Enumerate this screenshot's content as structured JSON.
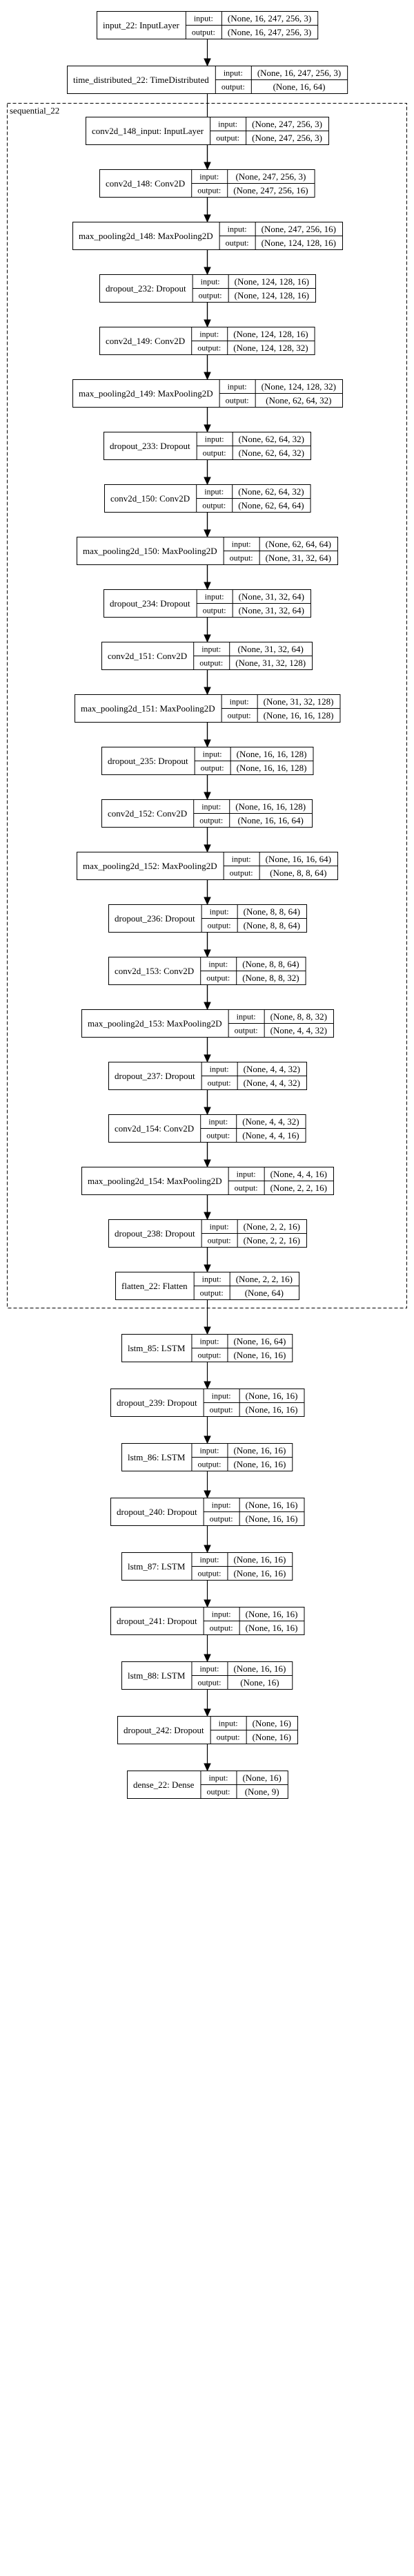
{
  "subgraph": {
    "label": "sequential_22"
  },
  "io_labels": {
    "input": "input:",
    "output": "output:"
  },
  "nodes": [
    {
      "id": "input_22",
      "name": "input_22: InputLayer",
      "input": "(None, 16, 247, 256, 3)",
      "output": "(None, 16, 247, 256, 3)"
    },
    {
      "id": "time_distributed_22",
      "name": "time_distributed_22: TimeDistributed",
      "input": "(None, 16, 247, 256, 3)",
      "output": "(None, 16, 64)"
    },
    {
      "id": "conv2d_148_input",
      "name": "conv2d_148_input: InputLayer",
      "input": "(None, 247, 256, 3)",
      "output": "(None, 247, 256, 3)"
    },
    {
      "id": "conv2d_148",
      "name": "conv2d_148: Conv2D",
      "input": "(None, 247, 256, 3)",
      "output": "(None, 247, 256, 16)"
    },
    {
      "id": "max_pooling2d_148",
      "name": "max_pooling2d_148: MaxPooling2D",
      "input": "(None, 247, 256, 16)",
      "output": "(None, 124, 128, 16)"
    },
    {
      "id": "dropout_232",
      "name": "dropout_232: Dropout",
      "input": "(None, 124, 128, 16)",
      "output": "(None, 124, 128, 16)"
    },
    {
      "id": "conv2d_149",
      "name": "conv2d_149: Conv2D",
      "input": "(None, 124, 128, 16)",
      "output": "(None, 124, 128, 32)"
    },
    {
      "id": "max_pooling2d_149",
      "name": "max_pooling2d_149: MaxPooling2D",
      "input": "(None, 124, 128, 32)",
      "output": "(None, 62, 64, 32)"
    },
    {
      "id": "dropout_233",
      "name": "dropout_233: Dropout",
      "input": "(None, 62, 64, 32)",
      "output": "(None, 62, 64, 32)"
    },
    {
      "id": "conv2d_150",
      "name": "conv2d_150: Conv2D",
      "input": "(None, 62, 64, 32)",
      "output": "(None, 62, 64, 64)"
    },
    {
      "id": "max_pooling2d_150",
      "name": "max_pooling2d_150: MaxPooling2D",
      "input": "(None, 62, 64, 64)",
      "output": "(None, 31, 32, 64)"
    },
    {
      "id": "dropout_234",
      "name": "dropout_234: Dropout",
      "input": "(None, 31, 32, 64)",
      "output": "(None, 31, 32, 64)"
    },
    {
      "id": "conv2d_151",
      "name": "conv2d_151: Conv2D",
      "input": "(None, 31, 32, 64)",
      "output": "(None, 31, 32, 128)"
    },
    {
      "id": "max_pooling2d_151",
      "name": "max_pooling2d_151: MaxPooling2D",
      "input": "(None, 31, 32, 128)",
      "output": "(None, 16, 16, 128)"
    },
    {
      "id": "dropout_235",
      "name": "dropout_235: Dropout",
      "input": "(None, 16, 16, 128)",
      "output": "(None, 16, 16, 128)"
    },
    {
      "id": "conv2d_152",
      "name": "conv2d_152: Conv2D",
      "input": "(None, 16, 16, 128)",
      "output": "(None, 16, 16, 64)"
    },
    {
      "id": "max_pooling2d_152",
      "name": "max_pooling2d_152: MaxPooling2D",
      "input": "(None, 16, 16, 64)",
      "output": "(None, 8, 8, 64)"
    },
    {
      "id": "dropout_236",
      "name": "dropout_236: Dropout",
      "input": "(None, 8, 8, 64)",
      "output": "(None, 8, 8, 64)"
    },
    {
      "id": "conv2d_153",
      "name": "conv2d_153: Conv2D",
      "input": "(None, 8, 8, 64)",
      "output": "(None, 8, 8, 32)"
    },
    {
      "id": "max_pooling2d_153",
      "name": "max_pooling2d_153: MaxPooling2D",
      "input": "(None, 8, 8, 32)",
      "output": "(None, 4, 4, 32)"
    },
    {
      "id": "dropout_237",
      "name": "dropout_237: Dropout",
      "input": "(None, 4, 4, 32)",
      "output": "(None, 4, 4, 32)"
    },
    {
      "id": "conv2d_154",
      "name": "conv2d_154: Conv2D",
      "input": "(None, 4, 4, 32)",
      "output": "(None, 4, 4, 16)"
    },
    {
      "id": "max_pooling2d_154",
      "name": "max_pooling2d_154: MaxPooling2D",
      "input": "(None, 4, 4, 16)",
      "output": "(None, 2, 2, 16)"
    },
    {
      "id": "dropout_238",
      "name": "dropout_238: Dropout",
      "input": "(None, 2, 2, 16)",
      "output": "(None, 2, 2, 16)"
    },
    {
      "id": "flatten_22",
      "name": "flatten_22: Flatten",
      "input": "(None, 2, 2, 16)",
      "output": "(None, 64)"
    },
    {
      "id": "lstm_85",
      "name": "lstm_85: LSTM",
      "input": "(None, 16, 64)",
      "output": "(None, 16, 16)"
    },
    {
      "id": "dropout_239",
      "name": "dropout_239: Dropout",
      "input": "(None, 16, 16)",
      "output": "(None, 16, 16)"
    },
    {
      "id": "lstm_86",
      "name": "lstm_86: LSTM",
      "input": "(None, 16, 16)",
      "output": "(None, 16, 16)"
    },
    {
      "id": "dropout_240",
      "name": "dropout_240: Dropout",
      "input": "(None, 16, 16)",
      "output": "(None, 16, 16)"
    },
    {
      "id": "lstm_87",
      "name": "lstm_87: LSTM",
      "input": "(None, 16, 16)",
      "output": "(None, 16, 16)"
    },
    {
      "id": "dropout_241",
      "name": "dropout_241: Dropout",
      "input": "(None, 16, 16)",
      "output": "(None, 16, 16)"
    },
    {
      "id": "lstm_88",
      "name": "lstm_88: LSTM",
      "input": "(None, 16, 16)",
      "output": "(None, 16)"
    },
    {
      "id": "dropout_242",
      "name": "dropout_242: Dropout",
      "input": "(None, 16)",
      "output": "(None, 16)"
    },
    {
      "id": "dense_22",
      "name": "dense_22: Dense",
      "input": "(None, 16)",
      "output": "(None, 9)"
    }
  ],
  "edges": [
    [
      "input_22",
      "time_distributed_22"
    ],
    [
      "conv2d_148_input",
      "conv2d_148"
    ],
    [
      "conv2d_148",
      "max_pooling2d_148"
    ],
    [
      "max_pooling2d_148",
      "dropout_232"
    ],
    [
      "dropout_232",
      "conv2d_149"
    ],
    [
      "conv2d_149",
      "max_pooling2d_149"
    ],
    [
      "max_pooling2d_149",
      "dropout_233"
    ],
    [
      "dropout_233",
      "conv2d_150"
    ],
    [
      "conv2d_150",
      "max_pooling2d_150"
    ],
    [
      "max_pooling2d_150",
      "dropout_234"
    ],
    [
      "dropout_234",
      "conv2d_151"
    ],
    [
      "conv2d_151",
      "max_pooling2d_151"
    ],
    [
      "max_pooling2d_151",
      "dropout_235"
    ],
    [
      "dropout_235",
      "conv2d_152"
    ],
    [
      "conv2d_152",
      "max_pooling2d_152"
    ],
    [
      "max_pooling2d_152",
      "dropout_236"
    ],
    [
      "dropout_236",
      "conv2d_153"
    ],
    [
      "conv2d_153",
      "max_pooling2d_153"
    ],
    [
      "max_pooling2d_153",
      "dropout_237"
    ],
    [
      "dropout_237",
      "conv2d_154"
    ],
    [
      "conv2d_154",
      "max_pooling2d_154"
    ],
    [
      "max_pooling2d_154",
      "dropout_238"
    ],
    [
      "dropout_238",
      "flatten_22"
    ],
    [
      "time_distributed_22",
      "lstm_85"
    ],
    [
      "lstm_85",
      "dropout_239"
    ],
    [
      "dropout_239",
      "lstm_86"
    ],
    [
      "lstm_86",
      "dropout_240"
    ],
    [
      "dropout_240",
      "lstm_87"
    ],
    [
      "lstm_87",
      "dropout_241"
    ],
    [
      "dropout_241",
      "lstm_88"
    ],
    [
      "lstm_88",
      "dropout_242"
    ],
    [
      "dropout_242",
      "dense_22"
    ]
  ]
}
